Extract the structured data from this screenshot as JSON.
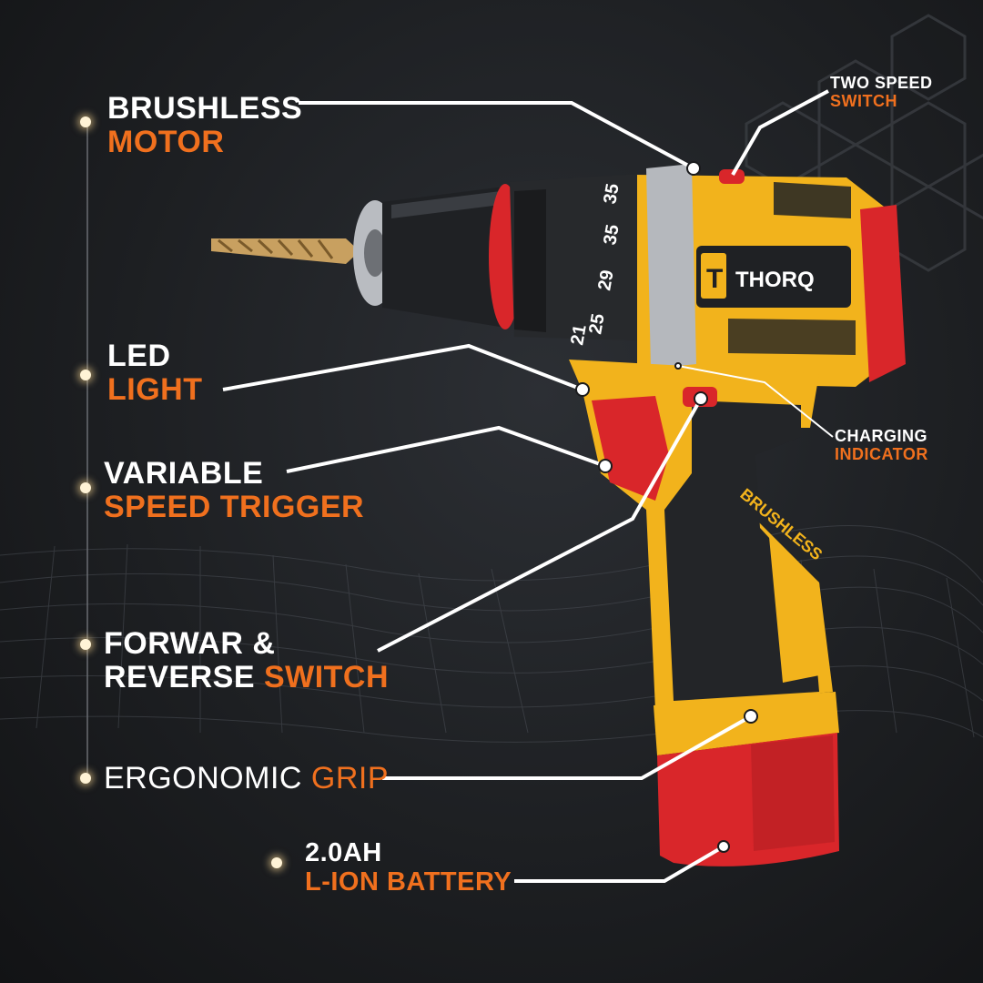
{
  "callouts": {
    "brushless_motor": {
      "line1": "BRUSHLESS",
      "line2": "MOTOR"
    },
    "two_speed_switch": {
      "line1": "TWO SPEED",
      "line2": "SWITCH"
    },
    "led_light": {
      "line1": "LED",
      "line2": "LIGHT"
    },
    "charging_indicator": {
      "line1": "CHARGING",
      "line2": "INDICATOR"
    },
    "variable_speed_trigger": {
      "line1": "VARIABLE",
      "line2": "SPEED TRIGGER"
    },
    "forward_reverse_switch": {
      "line1": "FORWAR &",
      "line2a": "REVERSE ",
      "line2b": "SWITCH"
    },
    "ergonomic_grip": {
      "part1": "ERGONOMIC ",
      "part2": "GRIP"
    },
    "battery": {
      "line1": "2.0AH",
      "line2": "L-ION BATTERY"
    }
  },
  "product": {
    "brand": "THORQ",
    "logo_letter": "T",
    "body_text": "BRUSHLESS",
    "clutch_numbers": [
      "21",
      "25",
      "29",
      "35",
      "35"
    ]
  },
  "colors": {
    "accent_orange": "#f0701e",
    "tool_yellow": "#f2b31c",
    "tool_red": "#d9262a",
    "text_white": "#ffffff"
  }
}
